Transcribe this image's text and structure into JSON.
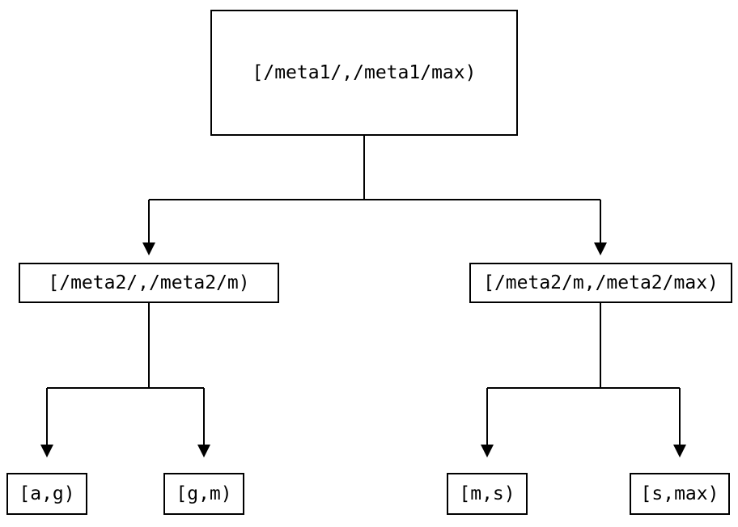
{
  "diagram": {
    "colors": {
      "background": "#ffffff",
      "line": "#000000",
      "text": "#000000",
      "node_fill": "#ffffff",
      "node_border": "#000000"
    },
    "nodes": {
      "root": {
        "label": "[/meta1/,/meta1/max)"
      },
      "meta2_low": {
        "label": "[/meta2/,/meta2/m)"
      },
      "meta2_high": {
        "label": "[/meta2/m,/meta2/max)"
      },
      "leaf_ag": {
        "label": "[a,g)"
      },
      "leaf_gm": {
        "label": "[g,m)"
      },
      "leaf_ms": {
        "label": "[m,s)"
      },
      "leaf_smax": {
        "label": "[s,max)"
      }
    },
    "edges": [
      {
        "from": "root",
        "to": "meta2_low"
      },
      {
        "from": "root",
        "to": "meta2_high"
      },
      {
        "from": "meta2_low",
        "to": "leaf_ag"
      },
      {
        "from": "meta2_low",
        "to": "leaf_gm"
      },
      {
        "from": "meta2_high",
        "to": "leaf_ms"
      },
      {
        "from": "meta2_high",
        "to": "leaf_smax"
      }
    ]
  }
}
